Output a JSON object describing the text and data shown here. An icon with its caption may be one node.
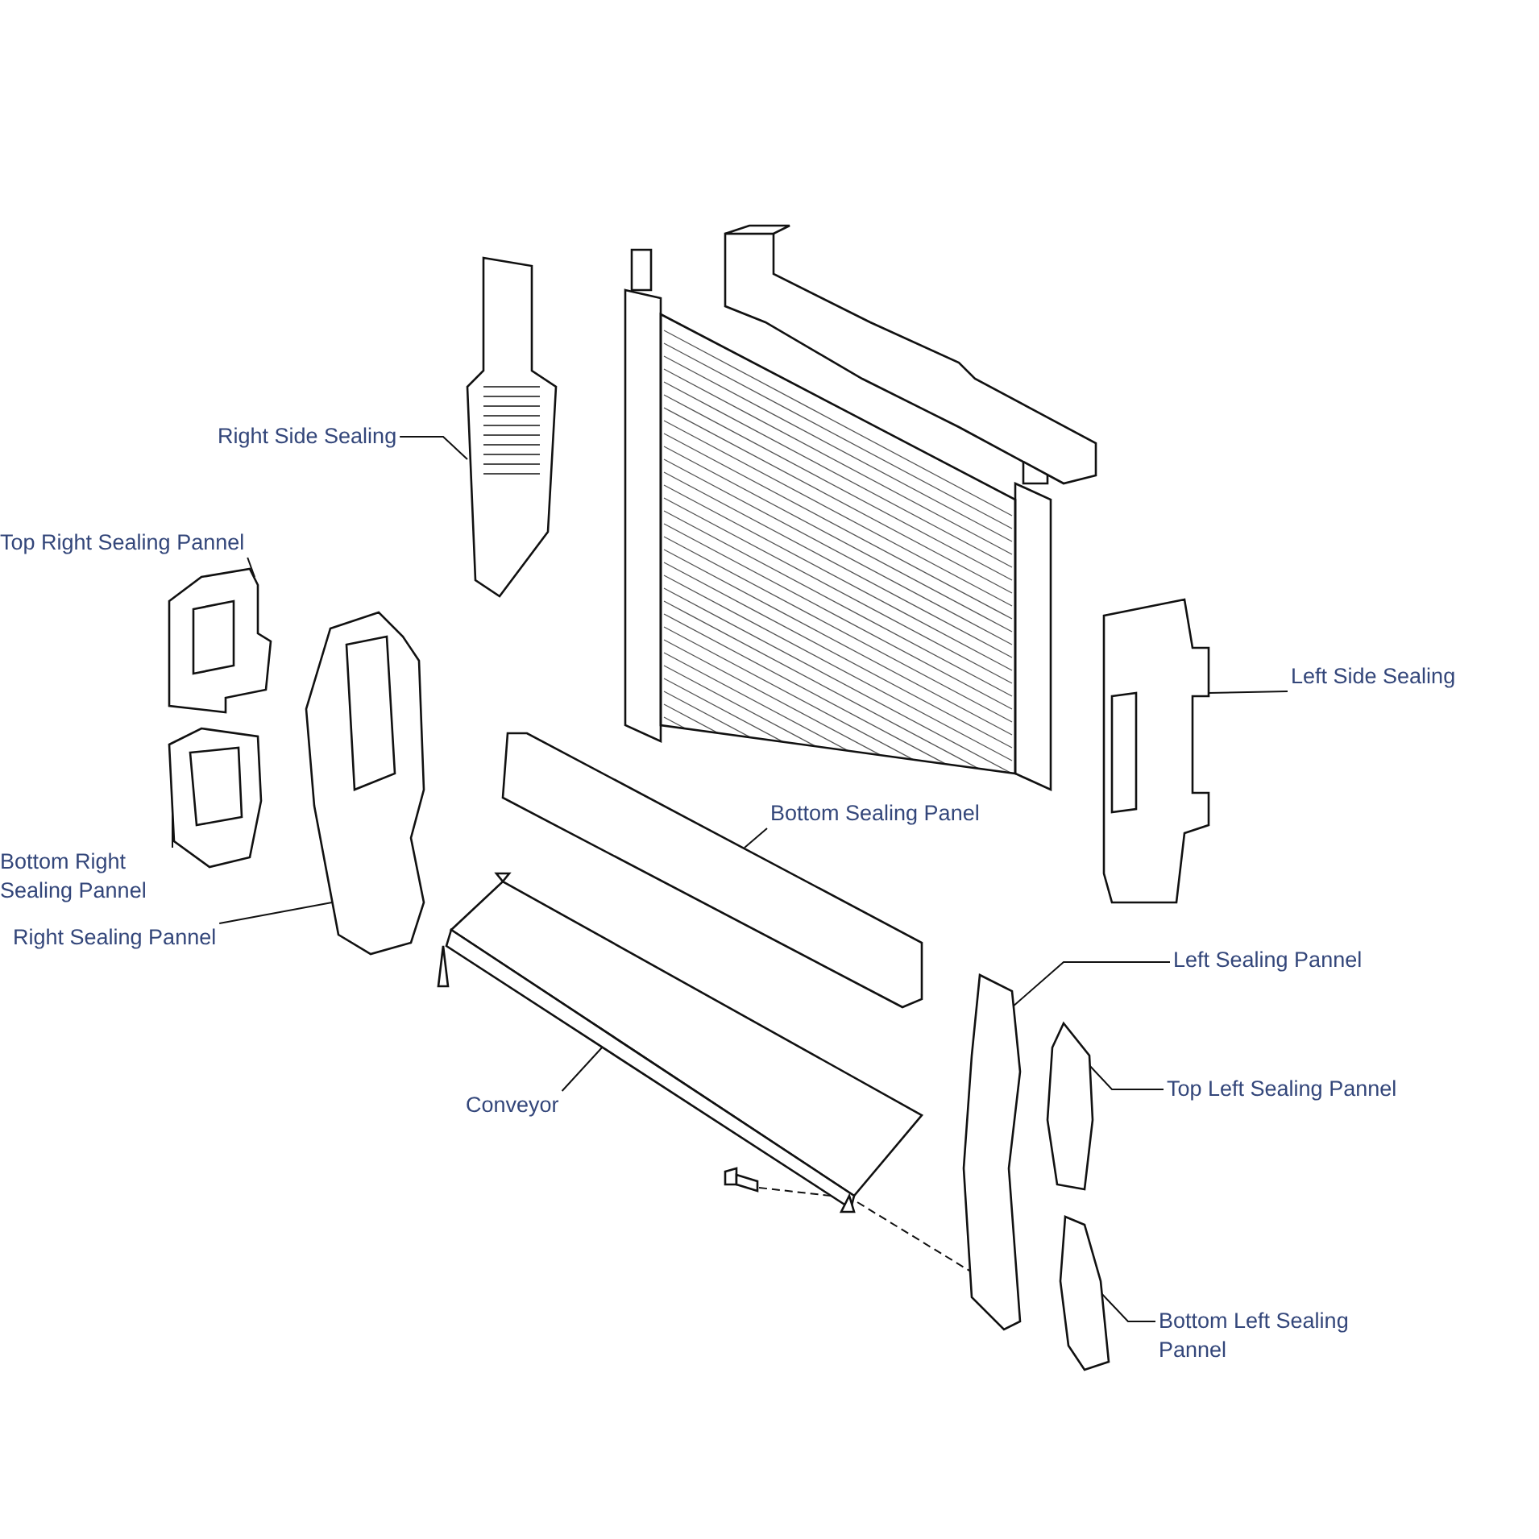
{
  "diagram": {
    "nodes": [
      {
        "text": [],
        "shape": "picture"
      },
      {
        "text": [],
        "shape": "picture"
      },
      {
        "text": [
          "Right Side Sealing"
        ]
      },
      {
        "text": [],
        "shape": "picture"
      },
      {
        "text": [
          "Top Right Sealing Pannel"
        ]
      },
      {
        "text": [],
        "shape": "picture"
      },
      {
        "text": [
          "Left Side Sealing"
        ]
      },
      {
        "text": [],
        "shape": "picture"
      },
      {
        "text": [
          "Bottom Sealing Panel"
        ]
      },
      {
        "text": [],
        "shape": "picture"
      },
      {
        "text": [
          "Bottom Right Sealing Pannel"
        ]
      },
      {
        "text": [],
        "shape": "picture"
      },
      {
        "text": [
          "Right Sealing Pannel"
        ]
      },
      {
        "text": [],
        "shape": "picture"
      },
      {
        "text": [
          "Left Sealing Pannel"
        ]
      },
      {
        "text": [],
        "shape": "picture"
      },
      {
        "text": [
          "Top Left Sealing Pannel"
        ]
      },
      {
        "text": [],
        "shape": "picture"
      },
      {
        "text": [
          "Conveyor"
        ]
      },
      {
        "text": [],
        "shape": "picture"
      },
      {
        "text": [],
        "shape": "picture"
      },
      {
        "text": [
          "Bottom Left Sealing Pannel"
        ]
      },
      {
        "text": [],
        "shape": "picture"
      }
    ],
    "edges": [
      {
        "from": 2,
        "to": 3,
        "arrow": "none"
      },
      {
        "from": 4,
        "to": 5,
        "arrow": "none"
      },
      {
        "from": 6,
        "to": 7,
        "arrow": "none"
      },
      {
        "from": 8,
        "to": 9,
        "arrow": "none"
      },
      {
        "from": 10,
        "to": 11,
        "arrow": "none"
      },
      {
        "from": 12,
        "to": 13,
        "arrow": "none"
      },
      {
        "from": 14,
        "to": 15,
        "arrow": "none"
      },
      {
        "from": 16,
        "to": 17,
        "arrow": "none"
      },
      {
        "from": 18,
        "to": 19,
        "arrow": "none"
      },
      {
        "from": 20,
        "to": 19,
        "arrow": "none",
        "style": "dashed"
      },
      {
        "from": 19,
        "to": 15,
        "arrow": "none",
        "style": "dashed"
      },
      {
        "from": 21,
        "to": 22,
        "arrow": "none"
      }
    ]
  }
}
